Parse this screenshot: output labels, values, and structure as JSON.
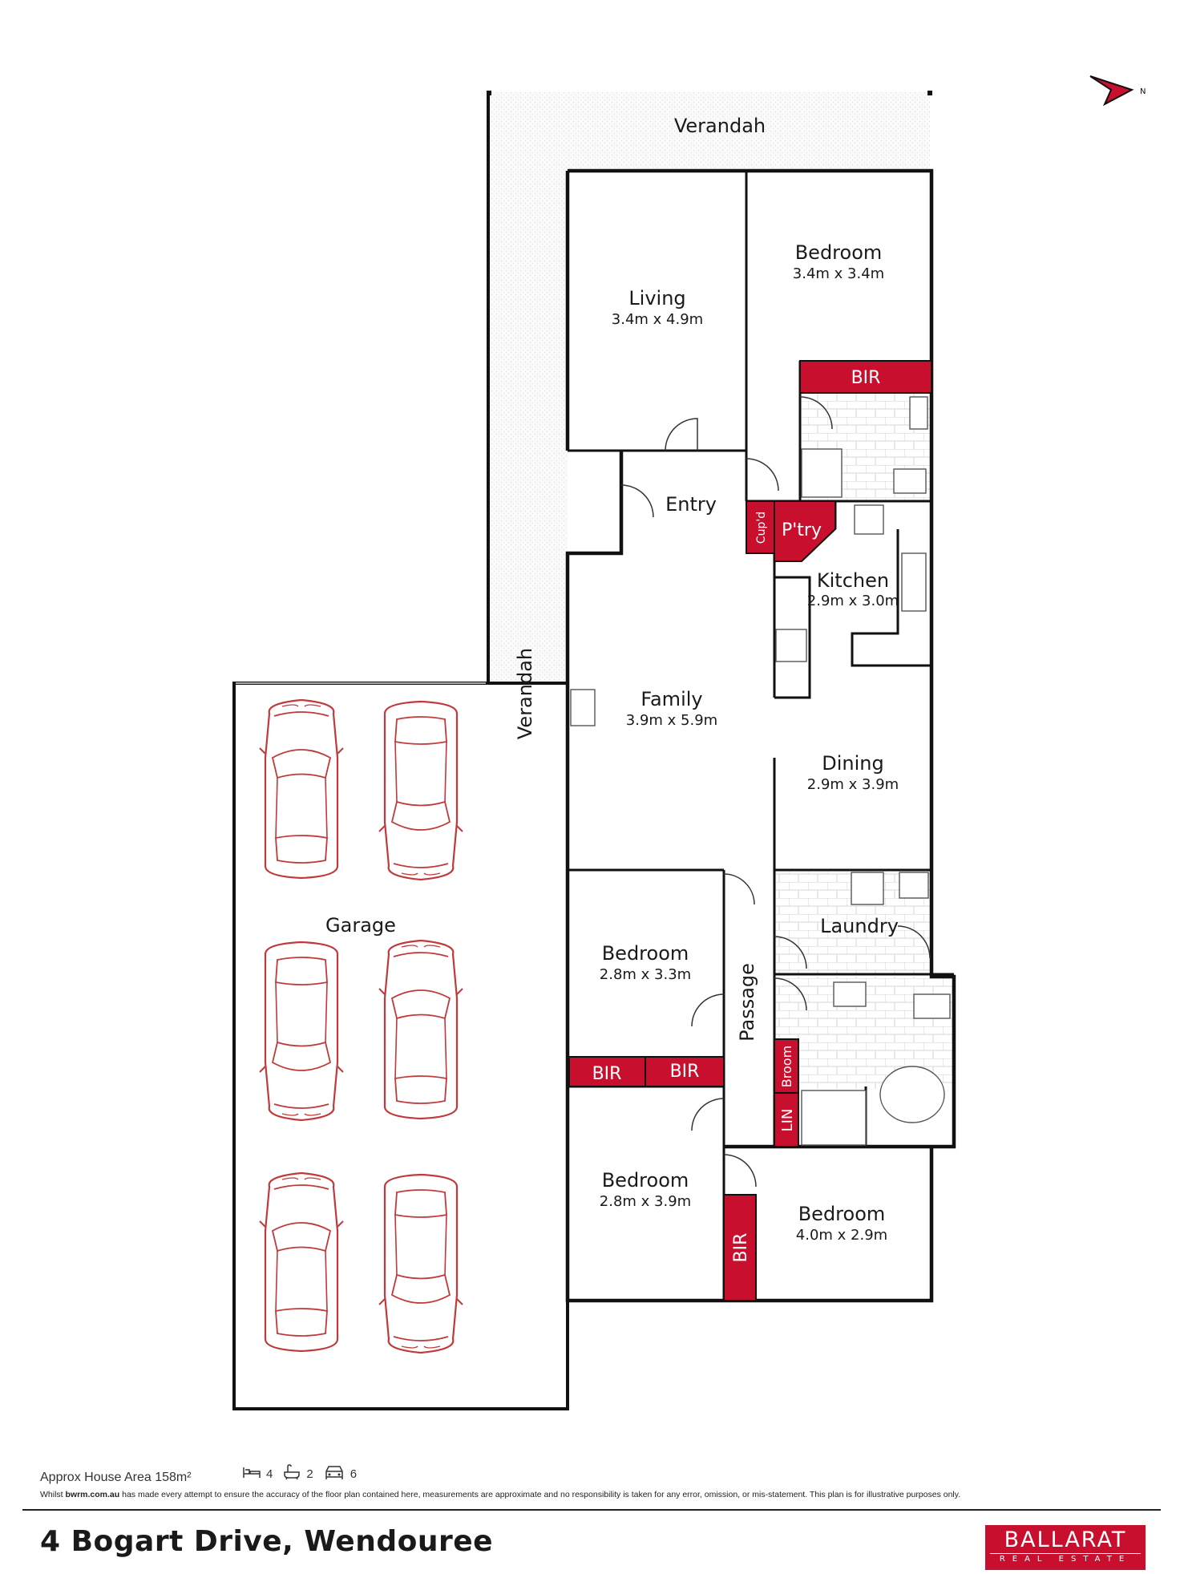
{
  "rooms": {
    "verandah_top": {
      "name": "Verandah"
    },
    "verandah_side": {
      "name": "Verandah"
    },
    "living": {
      "name": "Living",
      "dims": "3.4m x 4.9m"
    },
    "bedroom1": {
      "name": "Bedroom",
      "dims": "3.4m x 3.4m"
    },
    "bir1": {
      "name": "BIR"
    },
    "entry": {
      "name": "Entry"
    },
    "cupd": {
      "name": "Cup'd"
    },
    "pantry": {
      "name": "P'try"
    },
    "kitchen": {
      "name": "Kitchen",
      "dims": "2.9m x 3.0m"
    },
    "family": {
      "name": "Family",
      "dims": "3.9m x 5.9m"
    },
    "dining": {
      "name": "Dining",
      "dims": "2.9m x 3.9m"
    },
    "garage": {
      "name": "Garage"
    },
    "bedroom2": {
      "name": "Bedroom",
      "dims": "2.8m x 3.3m"
    },
    "bir2": {
      "name": "BIR"
    },
    "bir3": {
      "name": "BIR"
    },
    "passage": {
      "name": "Passage"
    },
    "laundry": {
      "name": "Laundry"
    },
    "broom": {
      "name": "Broom"
    },
    "lin": {
      "name": "LIN"
    },
    "bedroom3": {
      "name": "Bedroom",
      "dims": "2.8m x 3.9m"
    },
    "bedroom4": {
      "name": "Bedroom",
      "dims": "4.0m x 2.9m"
    },
    "bir4": {
      "name": "BIR"
    }
  },
  "compass": {
    "label": "N",
    "icon": "north-arrow-icon"
  },
  "footer": {
    "area": "Approx House Area 158m²",
    "bedrooms": "4",
    "bathrooms": "2",
    "car_spaces": "6",
    "disclaimer_pre": "Whilst ",
    "disclaimer_site": "bwrm.com.au",
    "disclaimer_post": " has made every attempt to ensure the accuracy of the floor plan contained here, measurements are approximate and no responsibility is taken for any error, omission, or mis-statement. This plan is for illustrative purposes only.",
    "address": "4 Bogart Drive, Wendouree",
    "brand_top": "BALLARAT",
    "brand_bottom": "REAL ESTATE"
  },
  "colors": {
    "accent": "#c8102e",
    "car": "#c0393b",
    "wall": "#111111"
  }
}
